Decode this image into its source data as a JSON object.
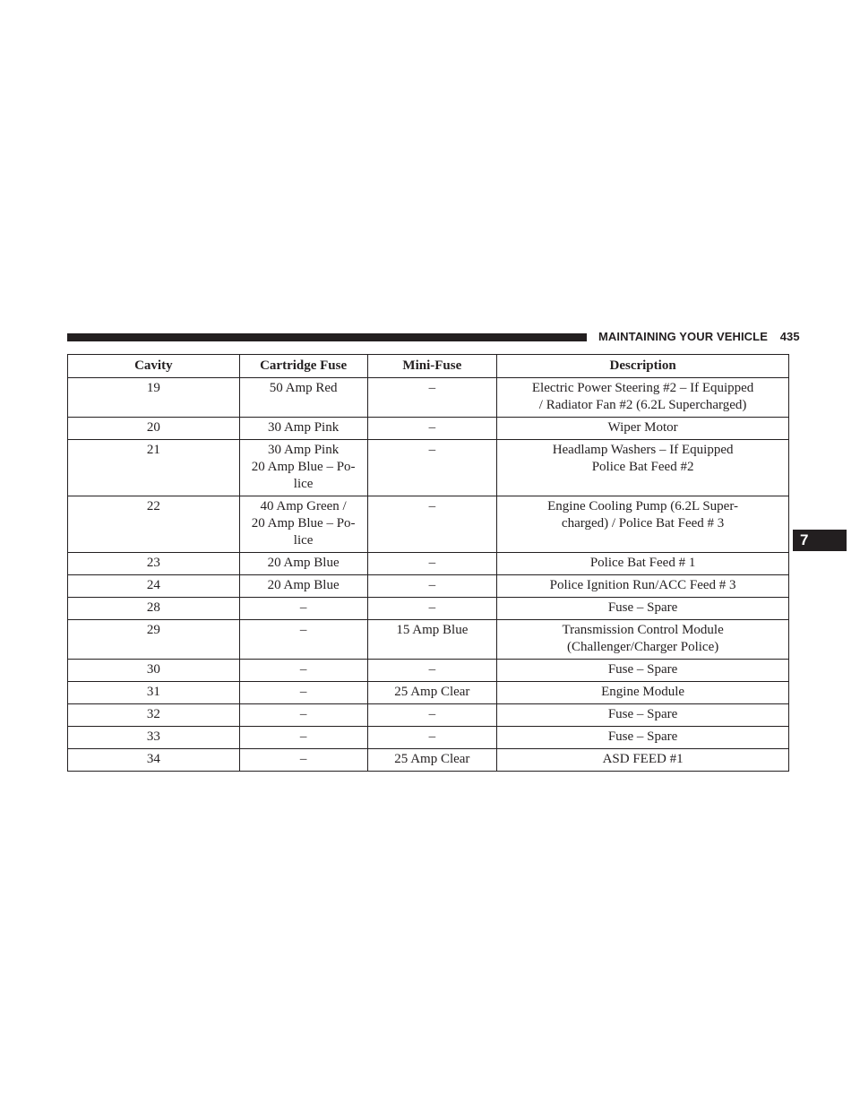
{
  "header": {
    "section_title": "MAINTAINING YOUR VEHICLE",
    "page_number": "435"
  },
  "chapter_tab": "7",
  "table": {
    "columns": [
      "Cavity",
      "Cartridge Fuse",
      "Mini-Fuse",
      "Description"
    ],
    "rows": [
      {
        "cavity": "19",
        "cartridge": [
          "50 Amp Red"
        ],
        "mini": "–",
        "description": [
          "Electric Power Steering #2 – If Equipped",
          "/ Radiator Fan #2 (6.2L Supercharged)"
        ]
      },
      {
        "cavity": "20",
        "cartridge": [
          "30 Amp Pink"
        ],
        "mini": "–",
        "description": [
          "Wiper Motor"
        ]
      },
      {
        "cavity": "21",
        "cartridge": [
          "30 Amp Pink",
          "20 Amp Blue – Po-",
          "lice"
        ],
        "mini": "–",
        "description": [
          "Headlamp Washers – If Equipped",
          "Police Bat Feed #2"
        ]
      },
      {
        "cavity": "22",
        "cartridge": [
          "40 Amp Green /",
          "20 Amp Blue – Po-",
          "lice"
        ],
        "mini": "–",
        "description": [
          "Engine Cooling Pump (6.2L Super-",
          "charged) / Police Bat Feed # 3"
        ]
      },
      {
        "cavity": "23",
        "cartridge": [
          "20 Amp Blue"
        ],
        "mini": "–",
        "description": [
          "Police Bat Feed # 1"
        ]
      },
      {
        "cavity": "24",
        "cartridge": [
          "20 Amp Blue"
        ],
        "mini": "–",
        "description": [
          "Police Ignition Run/ACC Feed # 3"
        ]
      },
      {
        "cavity": "28",
        "cartridge": [
          "–"
        ],
        "mini": "–",
        "description": [
          "Fuse – Spare"
        ]
      },
      {
        "cavity": "29",
        "cartridge": [
          "–"
        ],
        "mini": "15 Amp Blue",
        "description": [
          "Transmission Control Module",
          "(Challenger/Charger Police)"
        ]
      },
      {
        "cavity": "30",
        "cartridge": [
          "–"
        ],
        "mini": "–",
        "description": [
          "Fuse – Spare"
        ]
      },
      {
        "cavity": "31",
        "cartridge": [
          "–"
        ],
        "mini": "25 Amp Clear",
        "description": [
          "Engine Module"
        ]
      },
      {
        "cavity": "32",
        "cartridge": [
          "–"
        ],
        "mini": "–",
        "description": [
          "Fuse – Spare"
        ]
      },
      {
        "cavity": "33",
        "cartridge": [
          "–"
        ],
        "mini": "–",
        "description": [
          "Fuse – Spare"
        ]
      },
      {
        "cavity": "34",
        "cartridge": [
          "–"
        ],
        "mini": "25 Amp Clear",
        "description": [
          "ASD FEED #1"
        ]
      }
    ]
  },
  "colors": {
    "ink": "#231f20",
    "background": "#ffffff"
  }
}
